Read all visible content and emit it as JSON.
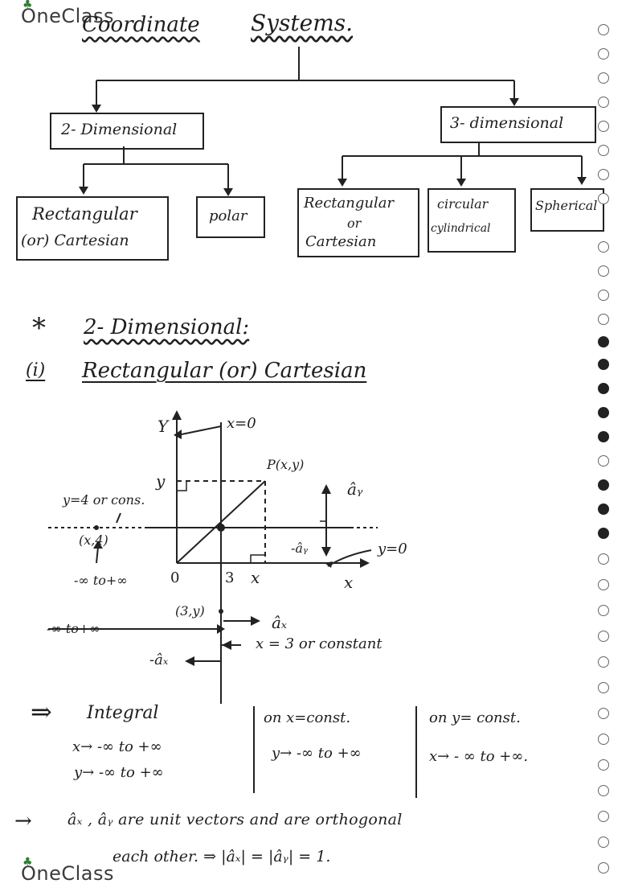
{
  "logo": {
    "brand": "OneClass"
  },
  "title": {
    "word1": "Coordinate",
    "word2": "Systems."
  },
  "tree": {
    "two_d": "2- Dimensional",
    "three_d": "3- dimensional",
    "rect_2d_line1": "Rectangular",
    "rect_2d_line2": "(or) Cartesian",
    "polar": "polar",
    "rect_3d_line1": "Rectangular",
    "rect_3d_line2": "or",
    "rect_3d_line3": "Cartesian",
    "circular_line1": "circular",
    "circular_line2": "cylindrical",
    "spherical": "Spherical"
  },
  "section": {
    "star": "*",
    "heading": "2- Dimensional:",
    "sub_index": "(i)",
    "sub_heading": "Rectangular (or) Cartesian"
  },
  "graph": {
    "y_axis": "Y",
    "x_eq_0": "x=0",
    "y_tick": "y",
    "point_p": "P(x,y)",
    "ay_hat": "âᵧ",
    "y_eq_4": "y=4 or cons.",
    "point_x4": "(x,4)",
    "neg_ay": "-âᵧ",
    "y_eq_0": "y=0",
    "range_left": "-∞ to+∞",
    "origin": "0",
    "x_tick3": "3",
    "x_tick_x": "x",
    "x_axis": "x",
    "point_3y": "(3,y)",
    "ax_hat": "âₓ",
    "range_bottom": "-∞ to+∞",
    "x_eq_3": "x = 3 or constant",
    "neg_ax": "-âₓ"
  },
  "integral": {
    "arrow": "⇒",
    "title": "Integral",
    "row1": "x→  -∞  to +∞",
    "row2": "y→  -∞  to +∞",
    "col2_head": "on x=const.",
    "col2_row": "y→ -∞ to +∞",
    "col3_head": "on   y= const.",
    "col3_row": "x→  - ∞  to +∞."
  },
  "note": {
    "arrow": "→",
    "line1": "âₓ , âᵧ  are  unit  vectors  and  are orthogonal",
    "line2": "each  other.  ⇒  |âₓ| = |âᵧ| = 1."
  }
}
